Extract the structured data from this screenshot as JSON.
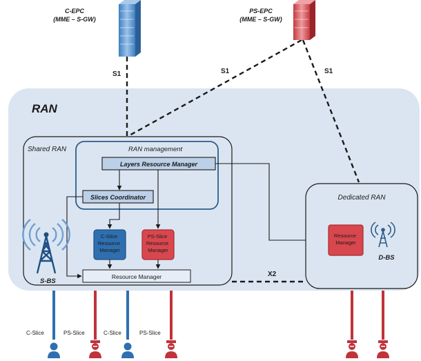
{
  "core": {
    "c_epc": {
      "name": "C-EPC",
      "sub": "(MME – S-GW)"
    },
    "ps_epc": {
      "name": "PS-EPC",
      "sub": "(MME – S-GW)"
    }
  },
  "links": {
    "s1_a": "S1",
    "s1_b": "S1",
    "s1_c": "S1",
    "x2": "X2"
  },
  "ran": {
    "title": "RAN",
    "shared_title": "Shared RAN",
    "management_title": "RAN management",
    "layers_rm": "Layers Resource Manager",
    "slices_coordinator": "Slices Coordinator",
    "c_slice_rm": [
      "C-Slice",
      "Resource",
      "Manager"
    ],
    "ps_slice_rm": [
      "PS-Slice",
      "Resource",
      "Manager"
    ],
    "resource_manager": "Resource Manager",
    "sbs": "S-BS",
    "dedicated_title": "Dedicated RAN",
    "dedicated_rm": [
      "Resource",
      "Manager"
    ],
    "dbs": "D-BS"
  },
  "users": {
    "u1": "C-Slice",
    "u2": "PS-Slice",
    "u3": "C-Slice",
    "u4": "PS-Slice"
  },
  "colors": {
    "ran_bg": "#dbe5f1",
    "c_slice": "#2f6fb0",
    "ps_slice": "#c0333a",
    "box_fill": "#bcd0e8",
    "border": "#2c5c8a"
  }
}
